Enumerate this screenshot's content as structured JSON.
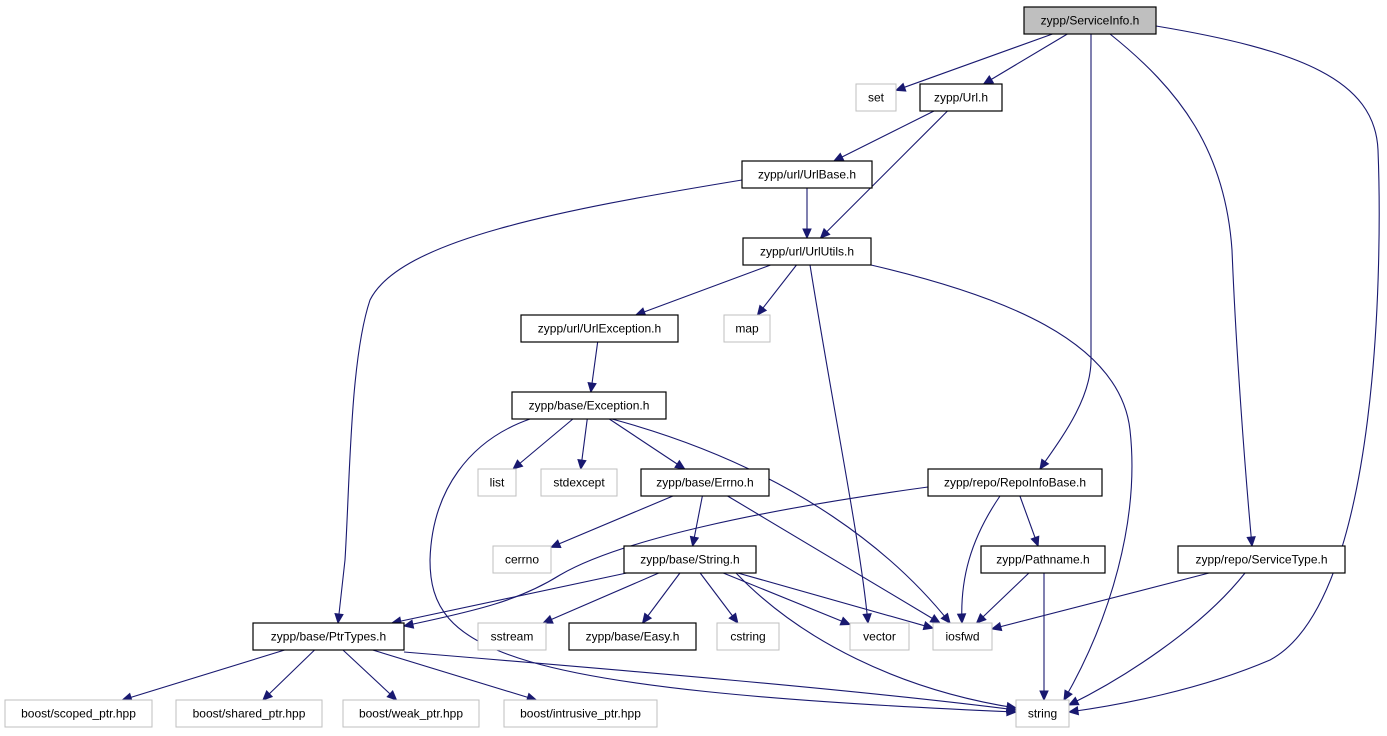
{
  "diagram": {
    "type": "include-dependency-graph",
    "colors": {
      "edge": "#191970",
      "root_fill": "#bfbfbf",
      "internal_border": "#000000",
      "external_border": "#bfbfbf"
    },
    "nodes": [
      {
        "id": "root",
        "label": "zypp/ServiceInfo.h",
        "kind": "root"
      },
      {
        "id": "set",
        "label": "set",
        "kind": "external"
      },
      {
        "id": "url",
        "label": "zypp/Url.h",
        "kind": "internal"
      },
      {
        "id": "urlbase",
        "label": "zypp/url/UrlBase.h",
        "kind": "internal"
      },
      {
        "id": "urlutils",
        "label": "zypp/url/UrlUtils.h",
        "kind": "internal"
      },
      {
        "id": "urlexc",
        "label": "zypp/url/UrlException.h",
        "kind": "internal"
      },
      {
        "id": "map",
        "label": "map",
        "kind": "external"
      },
      {
        "id": "exc",
        "label": "zypp/base/Exception.h",
        "kind": "internal"
      },
      {
        "id": "list",
        "label": "list",
        "kind": "external"
      },
      {
        "id": "stdexcept",
        "label": "stdexcept",
        "kind": "external"
      },
      {
        "id": "errno",
        "label": "zypp/base/Errno.h",
        "kind": "internal"
      },
      {
        "id": "repoinfo",
        "label": "zypp/repo/RepoInfoBase.h",
        "kind": "internal"
      },
      {
        "id": "cerrno",
        "label": "cerrno",
        "kind": "external"
      },
      {
        "id": "string_h",
        "label": "zypp/base/String.h",
        "kind": "internal"
      },
      {
        "id": "pathname",
        "label": "zypp/Pathname.h",
        "kind": "internal"
      },
      {
        "id": "servicetype",
        "label": "zypp/repo/ServiceType.h",
        "kind": "internal"
      },
      {
        "id": "ptrtypes",
        "label": "zypp/base/PtrTypes.h",
        "kind": "internal"
      },
      {
        "id": "sstream",
        "label": "sstream",
        "kind": "external"
      },
      {
        "id": "easy",
        "label": "zypp/base/Easy.h",
        "kind": "internal"
      },
      {
        "id": "cstring",
        "label": "cstring",
        "kind": "external"
      },
      {
        "id": "vector",
        "label": "vector",
        "kind": "external"
      },
      {
        "id": "iosfwd",
        "label": "iosfwd",
        "kind": "external"
      },
      {
        "id": "scoped",
        "label": "boost/scoped_ptr.hpp",
        "kind": "external"
      },
      {
        "id": "shared",
        "label": "boost/shared_ptr.hpp",
        "kind": "external"
      },
      {
        "id": "weak",
        "label": "boost/weak_ptr.hpp",
        "kind": "external"
      },
      {
        "id": "intrusive",
        "label": "boost/intrusive_ptr.hpp",
        "kind": "external"
      },
      {
        "id": "string",
        "label": "string",
        "kind": "external"
      }
    ],
    "edges": [
      {
        "from": "root",
        "to": "set"
      },
      {
        "from": "root",
        "to": "url"
      },
      {
        "from": "root",
        "to": "repoinfo"
      },
      {
        "from": "root",
        "to": "servicetype"
      },
      {
        "from": "root",
        "to": "string"
      },
      {
        "from": "url",
        "to": "urlbase"
      },
      {
        "from": "url",
        "to": "urlutils"
      },
      {
        "from": "urlbase",
        "to": "urlutils"
      },
      {
        "from": "urlbase",
        "to": "ptrtypes"
      },
      {
        "from": "urlutils",
        "to": "urlexc"
      },
      {
        "from": "urlutils",
        "to": "map"
      },
      {
        "from": "urlutils",
        "to": "vector"
      },
      {
        "from": "urlutils",
        "to": "string"
      },
      {
        "from": "urlexc",
        "to": "exc"
      },
      {
        "from": "exc",
        "to": "list"
      },
      {
        "from": "exc",
        "to": "stdexcept"
      },
      {
        "from": "exc",
        "to": "errno"
      },
      {
        "from": "exc",
        "to": "iosfwd"
      },
      {
        "from": "exc",
        "to": "string"
      },
      {
        "from": "errno",
        "to": "cerrno"
      },
      {
        "from": "errno",
        "to": "string_h"
      },
      {
        "from": "errno",
        "to": "iosfwd"
      },
      {
        "from": "repoinfo",
        "to": "ptrtypes"
      },
      {
        "from": "repoinfo",
        "to": "iosfwd"
      },
      {
        "from": "repoinfo",
        "to": "pathname"
      },
      {
        "from": "string_h",
        "to": "ptrtypes"
      },
      {
        "from": "string_h",
        "to": "sstream"
      },
      {
        "from": "string_h",
        "to": "easy"
      },
      {
        "from": "string_h",
        "to": "cstring"
      },
      {
        "from": "string_h",
        "to": "vector"
      },
      {
        "from": "string_h",
        "to": "iosfwd"
      },
      {
        "from": "string_h",
        "to": "string"
      },
      {
        "from": "pathname",
        "to": "iosfwd"
      },
      {
        "from": "pathname",
        "to": "string"
      },
      {
        "from": "servicetype",
        "to": "iosfwd"
      },
      {
        "from": "servicetype",
        "to": "string"
      },
      {
        "from": "ptrtypes",
        "to": "scoped"
      },
      {
        "from": "ptrtypes",
        "to": "shared"
      },
      {
        "from": "ptrtypes",
        "to": "weak"
      },
      {
        "from": "ptrtypes",
        "to": "intrusive"
      },
      {
        "from": "ptrtypes",
        "to": "string"
      }
    ]
  }
}
